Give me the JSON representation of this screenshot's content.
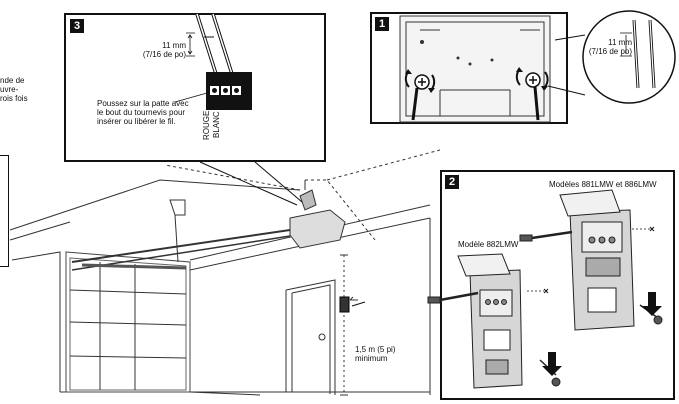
{
  "cutoff_text": {
    "line1": "nde de",
    "line2": "uvre-",
    "line3": "rois fois"
  },
  "panel3": {
    "badge": "3",
    "measure_mm": "11 mm",
    "measure_in": "(7/16 de po)",
    "instruction": [
      "Poussez sur la patte avec",
      "le bout du tournevis pour",
      "insérer ou libérer le fil."
    ],
    "wire_red": "ROUGE",
    "wire_white": "BLANC"
  },
  "panel1": {
    "badge": "1"
  },
  "callout": {
    "measure_mm": "11 mm",
    "measure_in": "(7/16 de po)"
  },
  "panel2": {
    "badge": "2",
    "model_large": "Modèles 881LMW et 886LMW",
    "model_small": "Modèle 882LMW"
  },
  "garage": {
    "height_line1": "1,5 m (5 pi)",
    "height_line2": "minimum"
  }
}
